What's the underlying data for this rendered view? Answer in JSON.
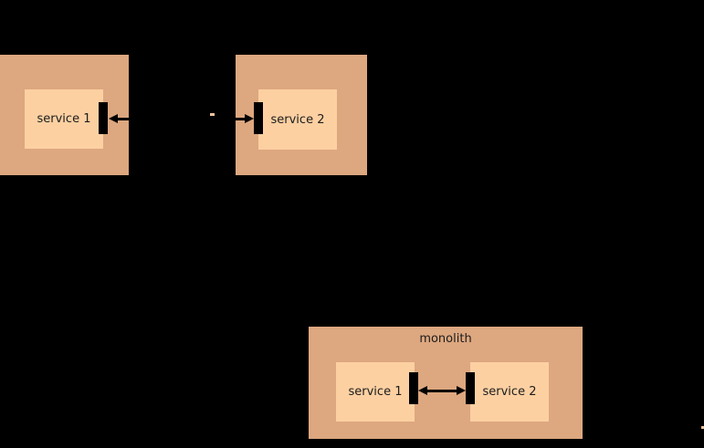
{
  "colors": {
    "background": "#000000",
    "container_fill": "#dda77f",
    "service_fill": "#fdd0a2",
    "port_fill": "#000000",
    "arrow": "#000000",
    "text": "#1c1c1c",
    "fragment": "#f6c49c"
  },
  "top_diagram": {
    "service1": {
      "label": "service 1"
    },
    "service2": {
      "label": "service 2"
    }
  },
  "monolith_diagram": {
    "container_label": "monolith",
    "service1": {
      "label": "service 1"
    },
    "service2": {
      "label": "service 2"
    }
  }
}
